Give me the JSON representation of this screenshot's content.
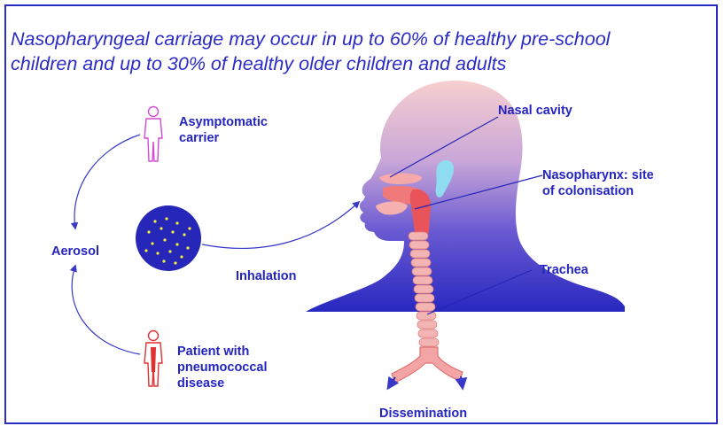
{
  "title": {
    "line1": "Nasopharyngeal carriage may occur in up to 60% of healthy pre-school",
    "line2": "children and up to 30% of healthy older children and adults"
  },
  "labels": {
    "asymptomatic_line1": "Asymptomatic",
    "asymptomatic_line2": "carrier",
    "aerosol": "Aerosol",
    "inhalation": "Inhalation",
    "patient_line1": "Patient with",
    "patient_line2": "pneumococcal",
    "patient_line3": "disease",
    "nasal_cavity": "Nasal cavity",
    "nasopharynx_line1": "Nasopharynx: site",
    "nasopharynx_line2": "of colonisation",
    "trachea": "Trachea",
    "dissemination": "Dissemination"
  },
  "colors": {
    "text": "#2424c0",
    "frame": "#2b2bc8",
    "carrier_figure": "#d24ad2",
    "patient_figure": "#e03030",
    "aerosol_circle": "#2626b8",
    "aerosol_particles": "#f2ee3a",
    "head_top": "#f5c9c9",
    "head_bottom": "#2828c0",
    "airway": "#f07a7a",
    "ear": "#8fdcf0"
  },
  "icons": [
    "person-icon",
    "aerosol-particles-icon",
    "head-silhouette-icon",
    "lungs-icon"
  ]
}
